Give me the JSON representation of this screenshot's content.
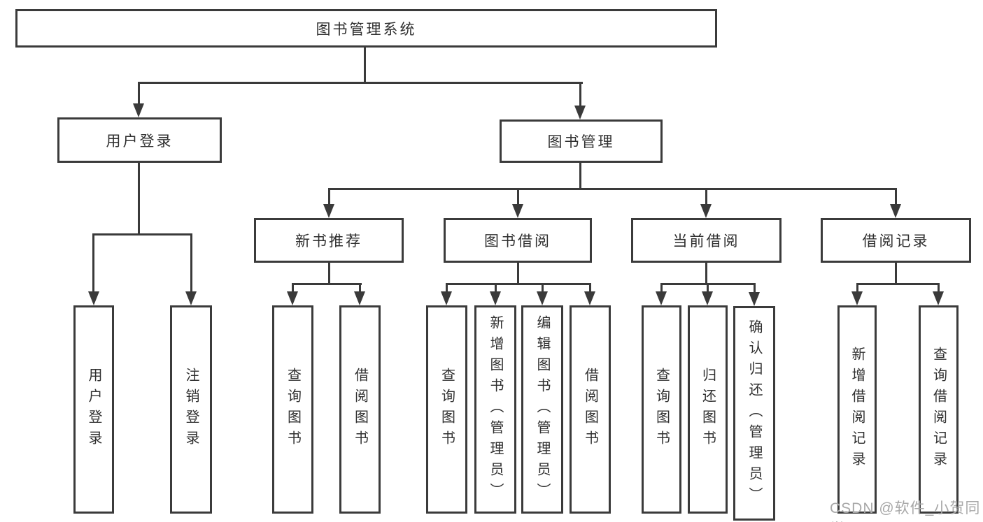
{
  "colors": {
    "line": "#3a3a3a",
    "border": "#3b3b3b",
    "text": "#303030",
    "watermark": "#a8a8a8",
    "background": "#ffffff"
  },
  "watermark": "CSDN @软件_小贺同学",
  "tree": {
    "root": "图书管理系统",
    "branches": [
      {
        "label": "用户登录",
        "children": [
          "用户登录",
          "注销登录"
        ]
      },
      {
        "label": "图书管理",
        "groups": [
          {
            "label": "新书推荐",
            "children": [
              "查询图书",
              "借阅图书"
            ]
          },
          {
            "label": "图书借阅",
            "children": [
              "查询图书",
              "新增图书（管理员）",
              "编辑图书（管理员）",
              "借阅图书"
            ]
          },
          {
            "label": "当前借阅",
            "children": [
              "查询图书",
              "归还图书",
              "确认归还（管理员）"
            ]
          },
          {
            "label": "借阅记录",
            "children": [
              "新增借阅记录",
              "查询借阅记录"
            ]
          }
        ]
      }
    ]
  }
}
